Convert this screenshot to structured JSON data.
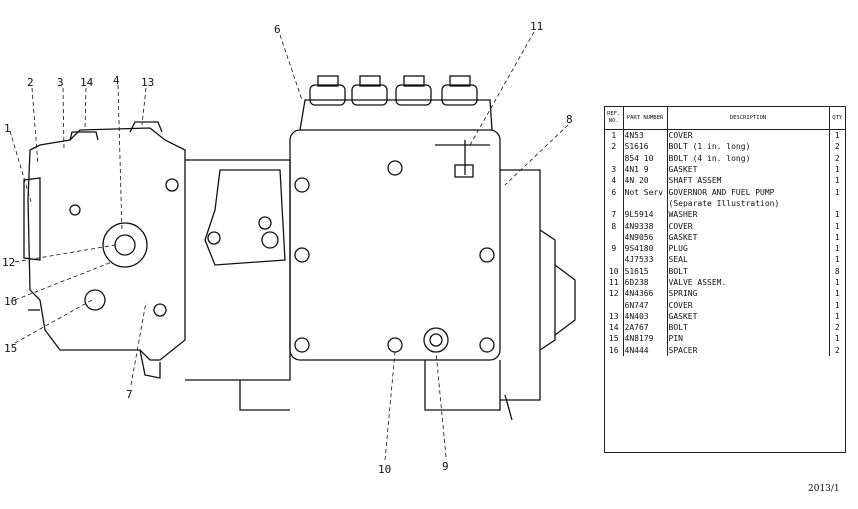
{
  "callouts": [
    "1",
    "2",
    "3",
    "14",
    "4",
    "13",
    "6",
    "11",
    "8",
    "12",
    "16",
    "15",
    "7",
    "10",
    "9"
  ],
  "table": {
    "headers": [
      "REF. NO.",
      "PART NUMBER",
      "DESCRIPTION",
      "QTY"
    ],
    "rows": [
      {
        "ref": "1",
        "part": "4N53",
        "desc": "COVER",
        "qty": "1"
      },
      {
        "ref": "2",
        "part": "S1616",
        "desc": "BOLT (1 in. long)",
        "qty": "2"
      },
      {
        "ref": "",
        "part": "854 10",
        "desc": "BOLT (4 in. long)",
        "qty": "2"
      },
      {
        "ref": "3",
        "part": "4N1 9",
        "desc": "GASKET",
        "qty": "1"
      },
      {
        "ref": "4",
        "part": "4N 20",
        "desc": "SHAFT ASSEM",
        "qty": "1"
      },
      {
        "ref": "6",
        "part": "Not Serv",
        "desc": "GOVERNOR AND FUEL PUMP",
        "qty": "1"
      },
      {
        "ref": "",
        "part": "",
        "desc": "(Separate Illustration)",
        "qty": ""
      },
      {
        "ref": "7",
        "part": "9L5914",
        "desc": "WASHER",
        "qty": "1"
      },
      {
        "ref": "8",
        "part": "4N9338",
        "desc": "COVER",
        "qty": "1"
      },
      {
        "ref": "",
        "part": "4N9056",
        "desc": "GASKET",
        "qty": "1"
      },
      {
        "ref": "9",
        "part": "9S4180",
        "desc": "PLUG",
        "qty": "1"
      },
      {
        "ref": "",
        "part": "4J7533",
        "desc": "SEAL",
        "qty": "1"
      },
      {
        "ref": "10",
        "part": "S1615",
        "desc": "BOLT",
        "qty": "8"
      },
      {
        "ref": "11",
        "part": "6D238",
        "desc": "VALVE ASSEM.",
        "qty": "1"
      },
      {
        "ref": "12",
        "part": "4N4366",
        "desc": "SPRING",
        "qty": "1"
      },
      {
        "ref": "",
        "part": "6N747",
        "desc": "COVER",
        "qty": "1"
      },
      {
        "ref": "13",
        "part": "4N403",
        "desc": "GASKET",
        "qty": "1"
      },
      {
        "ref": "14",
        "part": "2A767",
        "desc": "BOLT",
        "qty": "2"
      },
      {
        "ref": "15",
        "part": "4N8179",
        "desc": "PIN",
        "qty": "1"
      },
      {
        "ref": "16",
        "part": "4N444",
        "desc": "SPACER",
        "qty": "2"
      }
    ]
  },
  "page_id": "2013/1"
}
